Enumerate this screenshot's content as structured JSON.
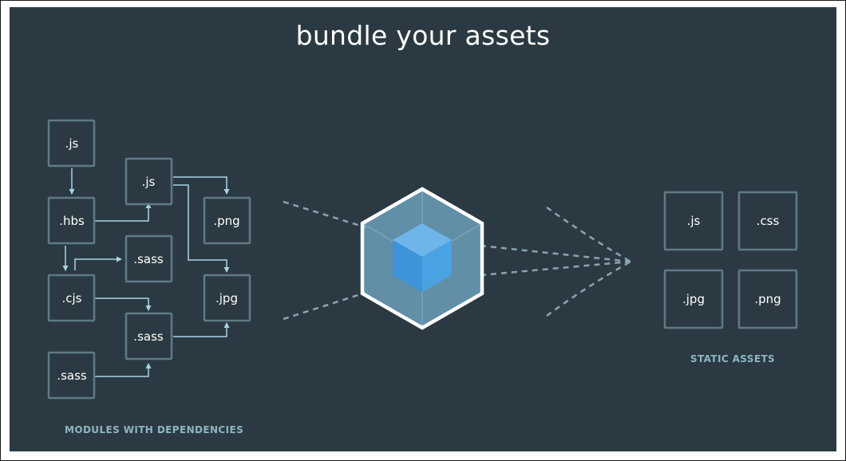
{
  "title": "bundle your assets",
  "modules": {
    "caption": "MODULES WITH DEPENDENCIES",
    "items": [
      {
        "id": "js_top",
        "label": ".js"
      },
      {
        "id": "hbs",
        "label": ".hbs"
      },
      {
        "id": "cjs",
        "label": ".cjs"
      },
      {
        "id": "sass_bottom",
        "label": ".sass"
      },
      {
        "id": "js_mid",
        "label": ".js"
      },
      {
        "id": "sass_mid",
        "label": ".sass"
      },
      {
        "id": "sass_low",
        "label": ".sass"
      },
      {
        "id": "png",
        "label": ".png"
      },
      {
        "id": "jpg",
        "label": ".jpg"
      }
    ]
  },
  "static_assets": {
    "caption": "STATIC ASSETS",
    "items": [
      {
        "id": "out_js",
        "label": ".js"
      },
      {
        "id": "out_css",
        "label": ".css"
      },
      {
        "id": "out_jpg",
        "label": ".jpg"
      },
      {
        "id": "out_png",
        "label": ".png"
      }
    ]
  },
  "bundler": {
    "icon": "cube-icon"
  },
  "colors": {
    "background": "#2b3a42",
    "box_stroke": "#5f7a86",
    "arrow": "#a9d3e3",
    "caption": "#8fb5c4",
    "hex_outer": "#8ed6fb",
    "cube_inner": "#1c78c0"
  }
}
